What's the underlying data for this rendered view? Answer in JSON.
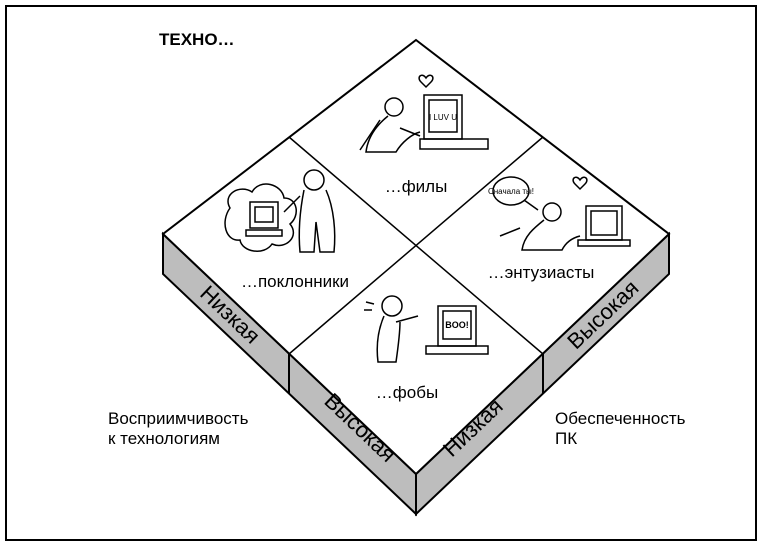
{
  "title": "ТЕХНО…",
  "quadrants": {
    "top": "…филы",
    "left": "…поклонники",
    "right": "…энтузиасты",
    "bottom": "…фобы"
  },
  "left_axis": {
    "low": "Низкая",
    "high": "Высокая",
    "caption_line1": "Восприимчивость",
    "caption_line2": "к технологиям"
  },
  "right_axis": {
    "low": "Низкая",
    "high": "Высокая",
    "caption_line1": "Обеспеченность",
    "caption_line2": "ПК"
  },
  "cartoon_text": {
    "monitor_top": "I LUV U",
    "bubble_right": "Сначала ты!",
    "monitor_bottom": "BOO!"
  },
  "colors": {
    "side_fill": "#bdbdbd",
    "line": "#000000",
    "top_fill": "#ffffff"
  }
}
